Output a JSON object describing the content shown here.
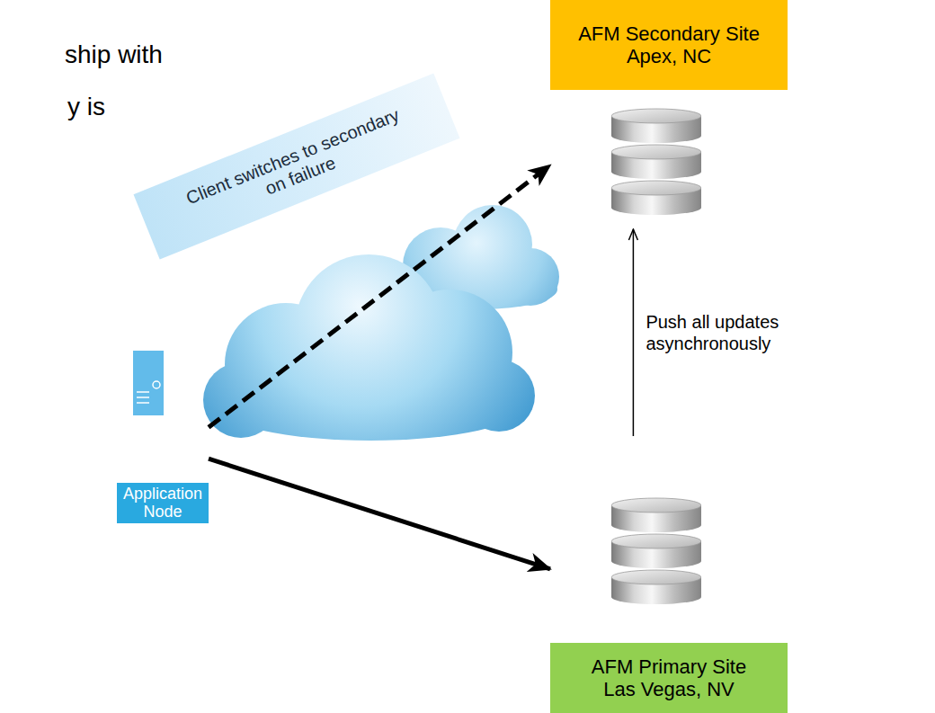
{
  "diagram": {
    "nodes": [
      {
        "text": [
          "AFM Secondary Site",
          "Apex, NC"
        ]
      },
      {
        "text": [
          "Client switches to secondary on failure"
        ]
      },
      {
        "text": [
          "Application Node"
        ]
      },
      {
        "text": [
          "AFM Primary Site",
          "Las Vegas, NV"
        ]
      }
    ],
    "edges": [
      {
        "from": 2,
        "to": 0,
        "arrow": "to"
      },
      {
        "from": 2,
        "to": 3,
        "arrow": "to"
      },
      {
        "from": 3,
        "to": 0,
        "arrow": "to",
        "label": "Push all updates asynchronously"
      }
    ],
    "labels": [
      "ship with",
      "y is"
    ]
  }
}
